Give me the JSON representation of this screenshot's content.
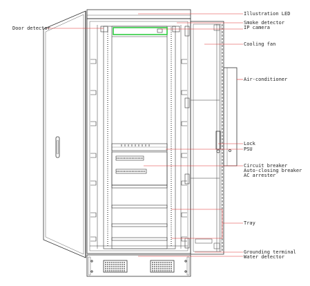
{
  "labels": {
    "door_detector": "Door detector",
    "illustration_led": "Illustration LED",
    "smoke_detector": "Smoke detector",
    "ip_camera": "IP camera",
    "cooling_fan": "Cooling fan",
    "air_conditioner": "Air-conditioner",
    "lock": "Lock",
    "psu": "PSU",
    "circuit_breaker": "Circuit breaker",
    "auto_closing_breaker": "Auto-closing breaker",
    "ac_arrester": "AC arrester",
    "tray": "Tray",
    "grounding_terminal": "Grounding terminal",
    "water_detector": "Water detector"
  },
  "colors": {
    "drawing_line": "#333333",
    "leader_line": "#e03030",
    "highlight_led": "#2ecc40"
  }
}
